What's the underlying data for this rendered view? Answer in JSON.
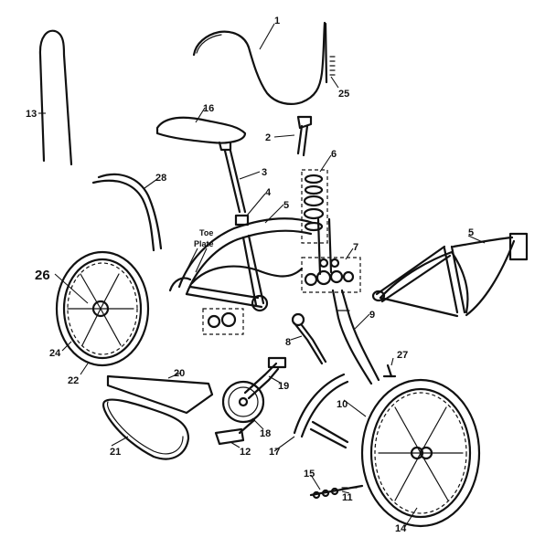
{
  "labels": [
    {
      "id": "1",
      "text": "1"
    },
    {
      "id": "2",
      "text": "2"
    },
    {
      "id": "3",
      "text": "3"
    },
    {
      "id": "4",
      "text": "4"
    },
    {
      "id": "5a",
      "text": "5"
    },
    {
      "id": "5b",
      "text": "5"
    },
    {
      "id": "6",
      "text": "6"
    },
    {
      "id": "7",
      "text": "7"
    },
    {
      "id": "8",
      "text": "8"
    },
    {
      "id": "9",
      "text": "9"
    },
    {
      "id": "10",
      "text": "10"
    },
    {
      "id": "11",
      "text": "11"
    },
    {
      "id": "12",
      "text": "12"
    },
    {
      "id": "13",
      "text": "13"
    },
    {
      "id": "14",
      "text": "14"
    },
    {
      "id": "15",
      "text": "15"
    },
    {
      "id": "16",
      "text": "16"
    },
    {
      "id": "17",
      "text": "17"
    },
    {
      "id": "18",
      "text": "18"
    },
    {
      "id": "19",
      "text": "19"
    },
    {
      "id": "20",
      "text": "20"
    },
    {
      "id": "21",
      "text": "21"
    },
    {
      "id": "22",
      "text": "22"
    },
    {
      "id": "24",
      "text": "24"
    },
    {
      "id": "25",
      "text": "25"
    },
    {
      "id": "26",
      "text": "26"
    },
    {
      "id": "27",
      "text": "27"
    },
    {
      "id": "28",
      "text": "28"
    }
  ],
  "toe_plate_note": {
    "line1": "Toe",
    "line2": "Plate"
  }
}
